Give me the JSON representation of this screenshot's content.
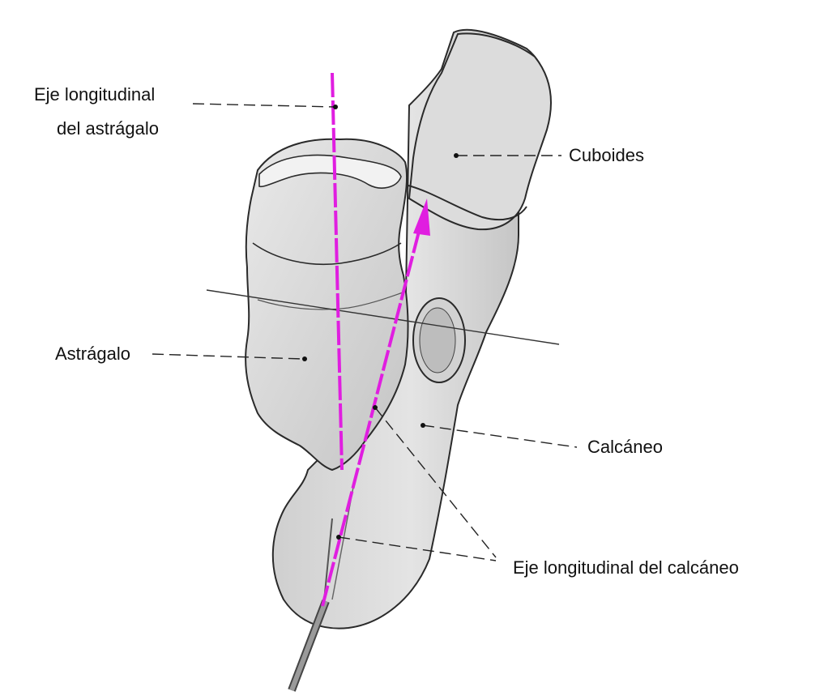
{
  "labels": {
    "talus_axis_line1": "Eje longitudinal",
    "talus_axis_line2": "del astrágalo",
    "cuboid": "Cuboides",
    "talus": "Astrágalo",
    "calcaneus": "Calcáneo",
    "calcaneus_axis": "Eje longitudinal del calcáneo"
  },
  "colors": {
    "axis_magenta": "#e01ee0",
    "bone_fill": "#d6d6d6",
    "bone_light": "#eeeeee",
    "outline": "#2a2a2a",
    "leader": "#222222"
  }
}
